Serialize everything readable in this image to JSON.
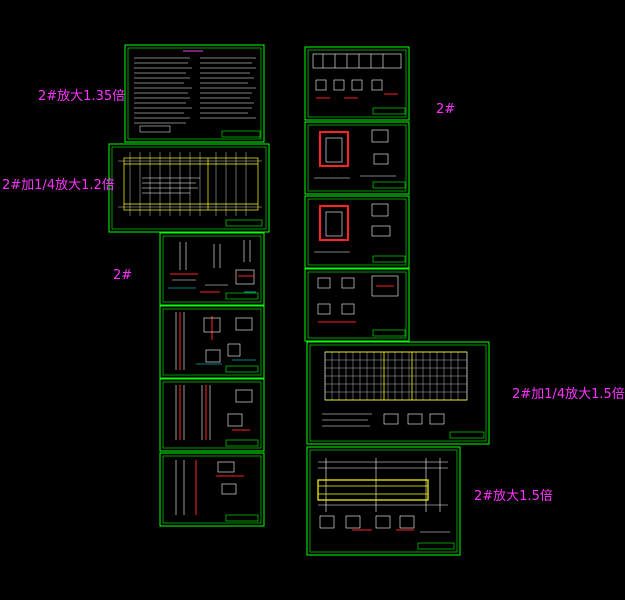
{
  "labels": {
    "sheet_a": "2#放大1.35倍",
    "sheet_b": "2#加1/4放大1.2倍",
    "sheet_c": "2#",
    "sheet_d": "2#",
    "sheet_e": "2#加1/4放大1.5倍",
    "sheet_f": "2#放大1.5倍"
  },
  "colors": {
    "background": "#000000",
    "frame": "#00ff00",
    "label": "#ff33ff",
    "line_white": "#ffffff",
    "line_red": "#ff2222",
    "line_yellow": "#ffff00",
    "line_cyan": "#00ffff"
  }
}
